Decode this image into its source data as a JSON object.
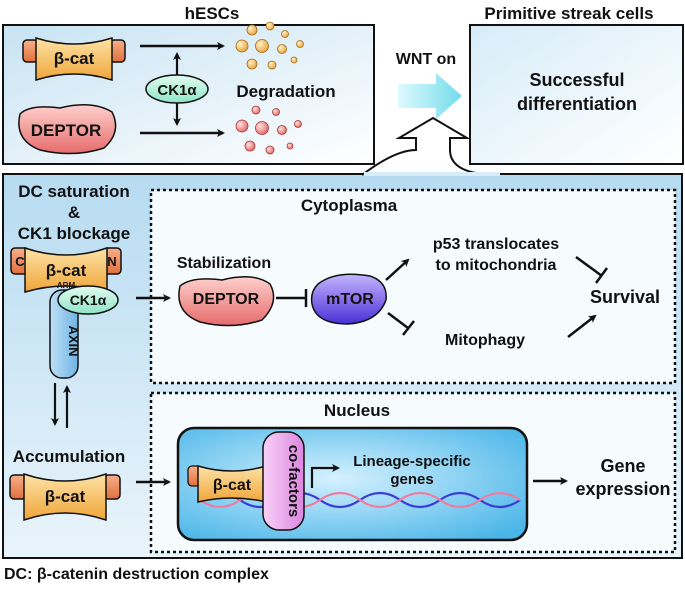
{
  "top": {
    "hescs_title": "hESCs",
    "beta_cat": "β-cat",
    "ck1a": "CK1α",
    "degradation": "Degradation",
    "deptor": "DEPTOR",
    "wnt_on": "WNT on",
    "ps_title": "Primitive streak cells",
    "successful": "Successful",
    "differentiation": "differentiation"
  },
  "left_panel": {
    "dc_line1": "DC saturation",
    "dc_amp": "&",
    "dc_line2": "CK1 blockage",
    "c_label": "C",
    "beta_cat": "β-cat",
    "n_label": "N",
    "arm_label": "ARM",
    "ck1a": "CK1α",
    "axin": "AXIN",
    "accumulation": "Accumulation",
    "beta_cat_bottom": "β-cat"
  },
  "cytoplasma": {
    "title": "Cytoplasma",
    "stabilization": "Stabilization",
    "deptor": "DEPTOR",
    "mtor": "mTOR",
    "p53_line1": "p53 translocates",
    "p53_line2": "to mitochondria",
    "mitophagy": "Mitophagy",
    "survival": "Survival"
  },
  "nucleus": {
    "title": "Nucleus",
    "beta_cat": "β-cat",
    "cofactors": "co-factors",
    "lineage_line1": "Lineage-specific",
    "lineage_line2": "genes",
    "gene": "Gene",
    "expression": "expression"
  },
  "footer": "DC: β-catenin destruction complex",
  "colors": {
    "panel_blue": "#dcedf7",
    "beta_cat_orange": "#f5b84a",
    "deptor_red": "#ef8a8a",
    "ck1_green": "#a8efd6",
    "mtor_purple": "#6a4fe0",
    "nucleus_blue": "#5cc0ec",
    "cofactor_pink": "#e59be6",
    "wnt_arrow": "#8fe6f0"
  }
}
